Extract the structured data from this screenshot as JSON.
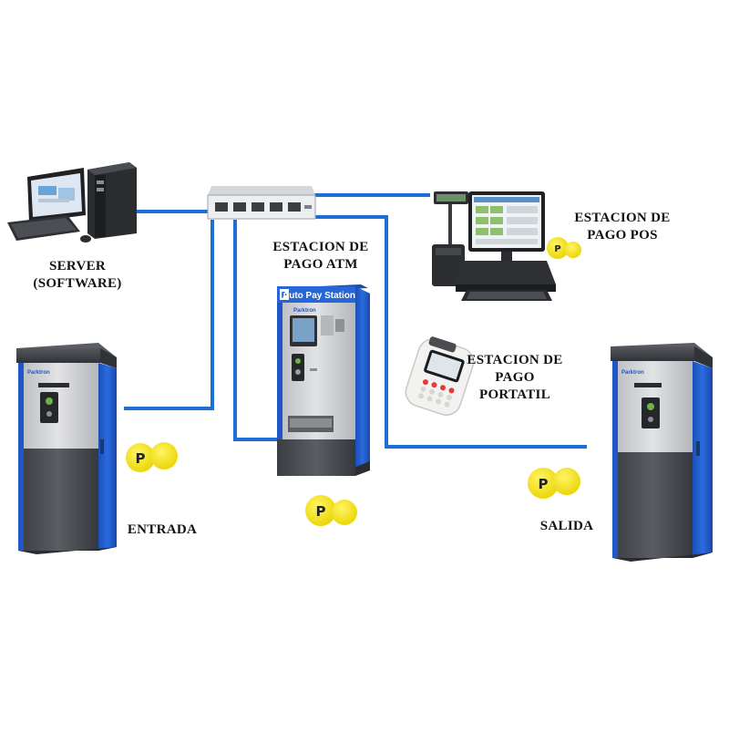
{
  "labels": {
    "server": [
      "SERVER",
      "(SOFTWARE)"
    ],
    "atm": [
      "ESTACION DE",
      "PAGO ATM"
    ],
    "pos": [
      "ESTACION DE",
      "PAGO POS"
    ],
    "portatil": [
      "ESTACION DE",
      "PAGO",
      "PORTATIL"
    ],
    "entrada": [
      "ENTRADA"
    ],
    "salida": [
      "SALIDA"
    ]
  },
  "kiosk": {
    "atm_header": "Auto Pay Station",
    "brand": "Parktron"
  },
  "colors": {
    "line": "#1d6fd6",
    "kiosk_blue": "#1f5fd1",
    "kiosk_dark": "#3c3f44",
    "panel_gray": "#c9cbce",
    "card_yellow": "#f6e71d"
  }
}
